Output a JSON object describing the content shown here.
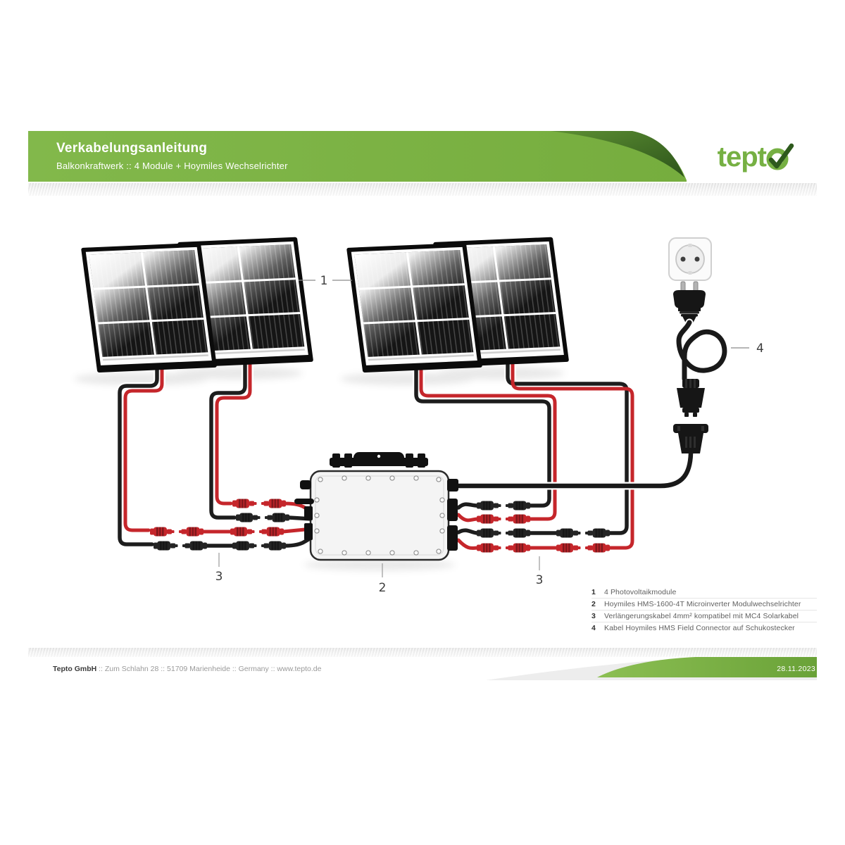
{
  "header": {
    "title": "Verkabelungsanleitung",
    "subtitle": "Balkonkraftwerk :: 4 Module + Hoymiles Wechselrichter",
    "brand": "tepto",
    "brand_prefix": "tept"
  },
  "callouts": {
    "modules": "1",
    "inverter": "2",
    "cable_left": "3",
    "cable_right": "3",
    "plug_cable": "4"
  },
  "legend": {
    "items": [
      {
        "num": "1",
        "text": "4 Photovoltaikmodule"
      },
      {
        "num": "2",
        "text": "Hoymiles HMS-1600-4T Microinverter Modulwechselrichter"
      },
      {
        "num": "3",
        "text": "Verlängerungskabel 4mm² kompatibel mit MC4 Solarkabel"
      },
      {
        "num": "4",
        "text": "Kabel Hoymiles HMS Field Connector auf Schukostecker"
      }
    ]
  },
  "footer": {
    "company": "Tepto GmbH",
    "address_rest": " :: Zum Schlahn 28 :: 51709 Marienheide :: Germany :: www.tepto.de",
    "date": "28.11.2023"
  },
  "colors": {
    "band_green": "#7cb342",
    "band_dark_green": "#2e5718",
    "logo_green": "#76b043",
    "wire_red": "#c5262b",
    "wire_black": "#1d1d1d"
  }
}
